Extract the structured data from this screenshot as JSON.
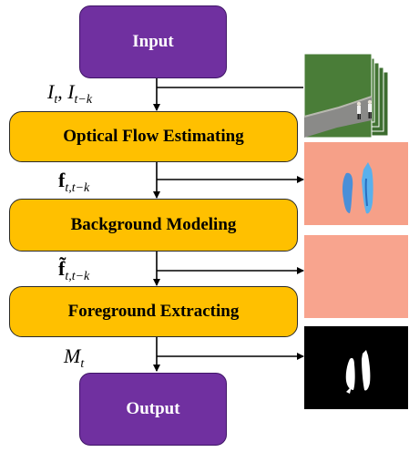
{
  "nodes": {
    "input": "Input",
    "optical_flow": "Optical Flow Estimating",
    "background": "Background Modeling",
    "foreground": "Foreground Extracting",
    "output": "Output"
  },
  "edge_labels": {
    "frames": {
      "main": "I",
      "sub1": "t",
      "sep": ", ",
      "main2": "I",
      "sub2": "t−k"
    },
    "flow": {
      "main": "f",
      "sub": "t,t−k"
    },
    "bg_flow": {
      "main": "f̃",
      "sub": "t,t−k"
    },
    "mask": {
      "main": "M",
      "sub": "t"
    }
  },
  "colors": {
    "io_box": "#7030a0",
    "process_box": "#ffc000",
    "flow_image": "#f6a088",
    "mask_background": "#000000"
  }
}
